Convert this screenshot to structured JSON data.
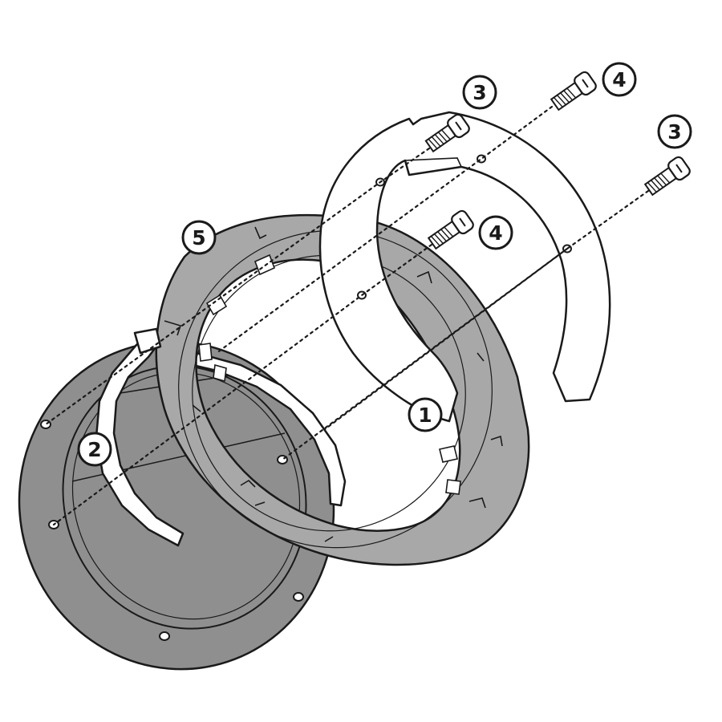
{
  "diagram": {
    "callouts": [
      {
        "id": "c1",
        "label": "1"
      },
      {
        "id": "c2",
        "label": "2"
      },
      {
        "id": "c3a",
        "label": "3"
      },
      {
        "id": "c3b",
        "label": "3"
      },
      {
        "id": "c4a",
        "label": "4"
      },
      {
        "id": "c4b",
        "label": "4"
      },
      {
        "id": "c5",
        "label": "5"
      }
    ],
    "colors": {
      "outline": "#1a1a1a",
      "base_plate": "#8f8f8f",
      "base_plate_inner": "#9a9a9a",
      "ring": "#a8a8a8",
      "flange": "#ffffff",
      "screw": "#ffffff"
    }
  }
}
